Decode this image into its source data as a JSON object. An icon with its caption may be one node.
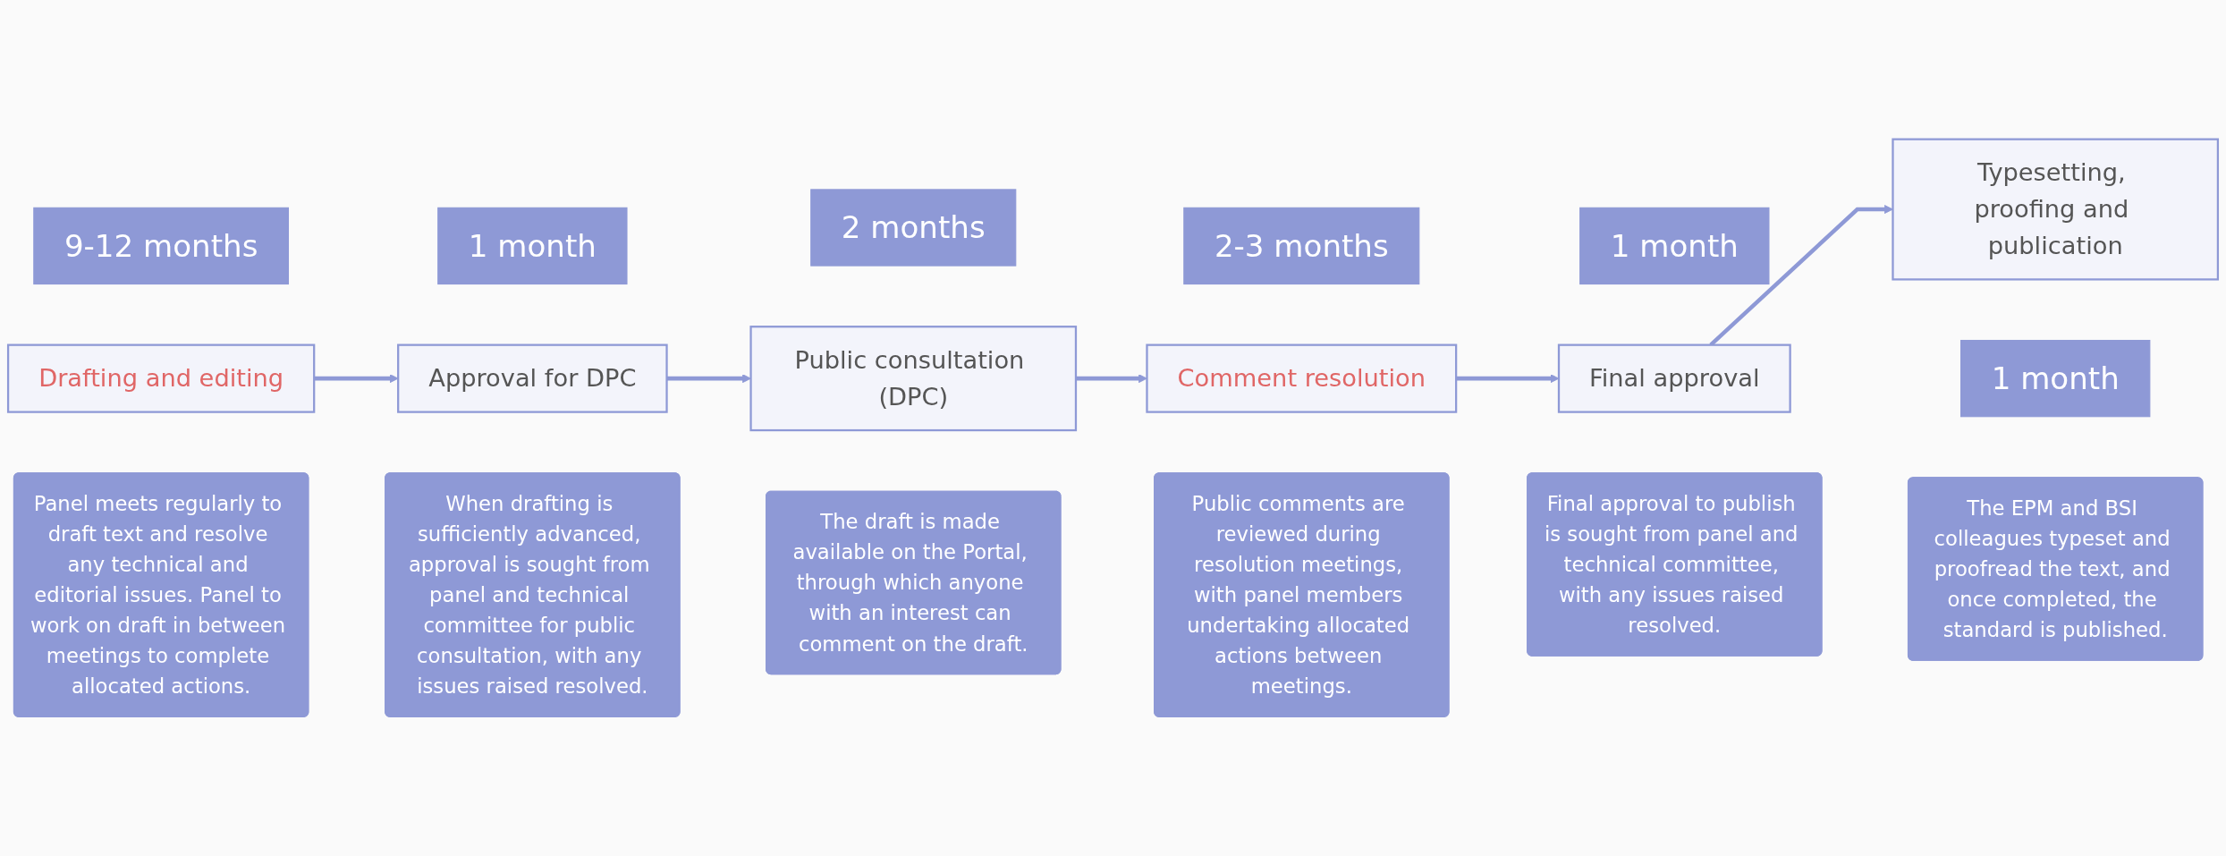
{
  "diagram": {
    "nodes": [
      {
        "text": [
          "9-12 months"
        ]
      },
      {
        "text": [
          "Drafting and editing"
        ]
      },
      {
        "text": [
          "Panel meets regularly to draft text and resolve any technical and editorial issues. Panel to work on draft in between meetings to complete allocated actions."
        ]
      },
      {
        "text": [
          "1 month"
        ]
      },
      {
        "text": [
          "Approval for DPC"
        ]
      },
      {
        "text": [
          "When drafting is sufficiently advanced, approval is sought from panel and technical committee for public consultation, with any issues raised resolved."
        ]
      },
      {
        "text": [
          "2 months"
        ]
      },
      {
        "text": [
          "Public consultation (DPC)"
        ]
      },
      {
        "text": [
          "The draft is made available on the Portal, through which anyone with an interest can comment on the draft."
        ]
      },
      {
        "text": [
          "2-3 months"
        ]
      },
      {
        "text": [
          "Comment resolution"
        ]
      },
      {
        "text": [
          "Public comments are reviewed during resolution meetings, with panel members undertaking allocated actions between meetings."
        ]
      },
      {
        "text": [
          "1 month"
        ]
      },
      {
        "text": [
          "Final approval"
        ]
      },
      {
        "text": [
          "Final approval to publish is sought from panel and technical committee, with any issues raised resolved."
        ]
      },
      {
        "text": [
          "1 month"
        ]
      },
      {
        "text": [
          "Typesetting, proofing and publication"
        ]
      },
      {
        "text": [
          "The EPM and BSI colleagues typeset and proofread the text, and once completed, the standard is published."
        ]
      }
    ],
    "edges": [
      {
        "from": 1,
        "to": 4,
        "arrow": "to"
      },
      {
        "from": 4,
        "to": 7,
        "arrow": "to"
      },
      {
        "from": 7,
        "to": 10,
        "arrow": "to"
      },
      {
        "from": 10,
        "to": 13,
        "arrow": "to"
      },
      {
        "from": 13,
        "to": 16,
        "arrow": "to"
      }
    ]
  }
}
